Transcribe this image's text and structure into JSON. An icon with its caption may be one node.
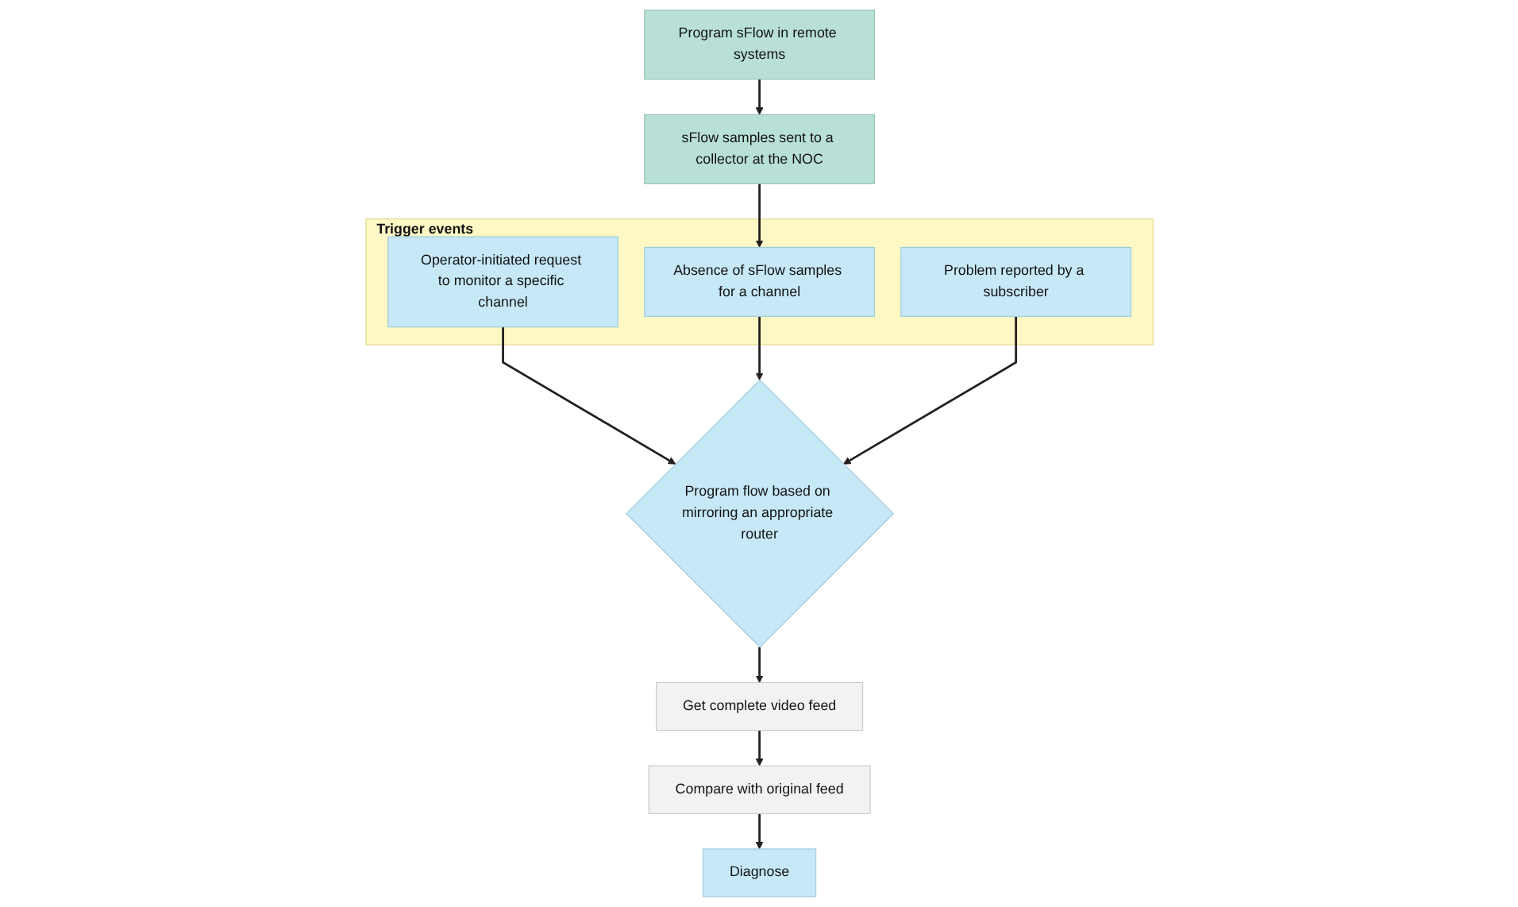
{
  "diagram": {
    "nodes": [
      {
        "text": [
          "Program sFlow in remote systems"
        ]
      },
      {
        "text": [
          "sFlow samples sent to a collector at the NOC"
        ]
      },
      {
        "text": [
          "Trigger events"
        ]
      },
      {
        "text": [
          "Operator-initiated request to monitor a specific channel"
        ],
        "in": 2
      },
      {
        "text": [
          "Absence of sFlow samples for a channel"
        ],
        "in": 2
      },
      {
        "text": [
          "Problem reported by a subscriber"
        ],
        "in": 2
      },
      {
        "text": [
          "Program flow based on mirroring an appropriate router"
        ]
      },
      {
        "text": [
          "Get complete video feed"
        ]
      },
      {
        "text": [
          "Compare with original feed"
        ]
      },
      {
        "text": [
          "Diagnose"
        ]
      }
    ],
    "edges": [
      {
        "from": 0,
        "to": 1,
        "arrow": "to"
      },
      {
        "from": 1,
        "to": 4,
        "arrow": "to"
      },
      {
        "from": 3,
        "to": 6,
        "arrow": "to"
      },
      {
        "from": 4,
        "to": 6,
        "arrow": "to"
      },
      {
        "from": 5,
        "to": 6,
        "arrow": "to"
      },
      {
        "from": 6,
        "to": 7,
        "arrow": "to"
      },
      {
        "from": 7,
        "to": 8,
        "arrow": "to"
      },
      {
        "from": 8,
        "to": 9,
        "arrow": "to"
      }
    ]
  }
}
